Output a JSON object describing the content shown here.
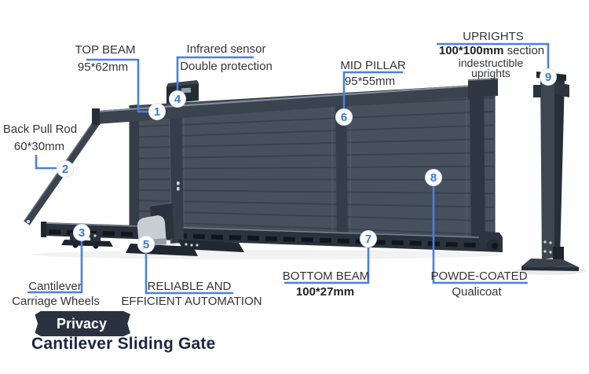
{
  "product": {
    "badge": "Privacy",
    "title": "Cantilever Sliding Gate"
  },
  "colors": {
    "leader_line_blue": "#4d7fe0",
    "marker_number_blue": "#3b78e7",
    "label_text": "#343434",
    "title_navy": "#1c2447",
    "badge_background": "#2a3240",
    "gate_panel_gray": "#47515d"
  },
  "callouts": {
    "top_beam": {
      "num": "1",
      "name": "TOP BEAM",
      "spec": "95*62mm"
    },
    "back_pull_rod": {
      "num": "2",
      "name": "Back Pull Rod",
      "spec": "60*30mm"
    },
    "carriage_wheels": {
      "num": "3",
      "name": "Cantilever",
      "spec": "Carriage Wheels"
    },
    "infrared_sensor": {
      "num": "4",
      "name": "Infrared sensor",
      "spec": "Double protection"
    },
    "automation": {
      "num": "5",
      "name": "RELIABLE AND",
      "spec": "EFFICIENT AUTOMATION"
    },
    "mid_pillar": {
      "num": "6",
      "name": "MID PILLAR",
      "spec": "95*55mm"
    },
    "bottom_beam": {
      "num": "7",
      "name": "BOTTOM BEAM",
      "spec": "100*27mm"
    },
    "powder_coated": {
      "num": "8",
      "name": "POWDE-COATED",
      "spec": "Qualicoat"
    },
    "uprights": {
      "num": "9",
      "name": "UPRIGHTS",
      "spec_bold": "100*100mm",
      "spec_rest": " section",
      "line3": "indestructible",
      "line4": "uprights"
    }
  }
}
